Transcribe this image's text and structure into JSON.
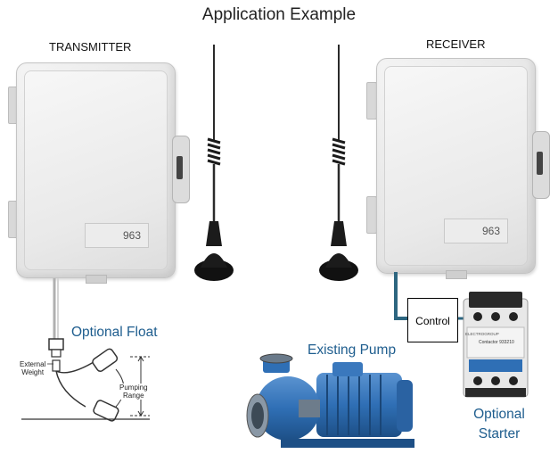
{
  "title": "Application Example",
  "transmitter": {
    "label": "TRANSMITTER",
    "plate": "963"
  },
  "receiver": {
    "label": "RECEIVER",
    "plate": "963"
  },
  "control": {
    "label": "Control"
  },
  "float": {
    "label": "Optional Float",
    "external_weight_line1": "External",
    "external_weight_line2": "Weight",
    "pumping_range_line1": "Pumping",
    "pumping_range_line2": "Range"
  },
  "pump": {
    "label": "Existing Pump"
  },
  "starter": {
    "label_line1": "Optional",
    "label_line2": "Starter",
    "brand_text": "ELECTROGROUP",
    "model_text": "Contactor 933210"
  },
  "colors": {
    "label_blue": "#1e5d8e",
    "pump_blue": "#2f6fb5",
    "cable_blue": "#2d6680",
    "antenna_black": "#1b1b1b"
  },
  "icons": {
    "antenna_left": "antenna-icon",
    "antenna_right": "antenna-icon",
    "pump": "pump-icon",
    "starter": "contactor-icon",
    "float": "float-switch-icon"
  }
}
